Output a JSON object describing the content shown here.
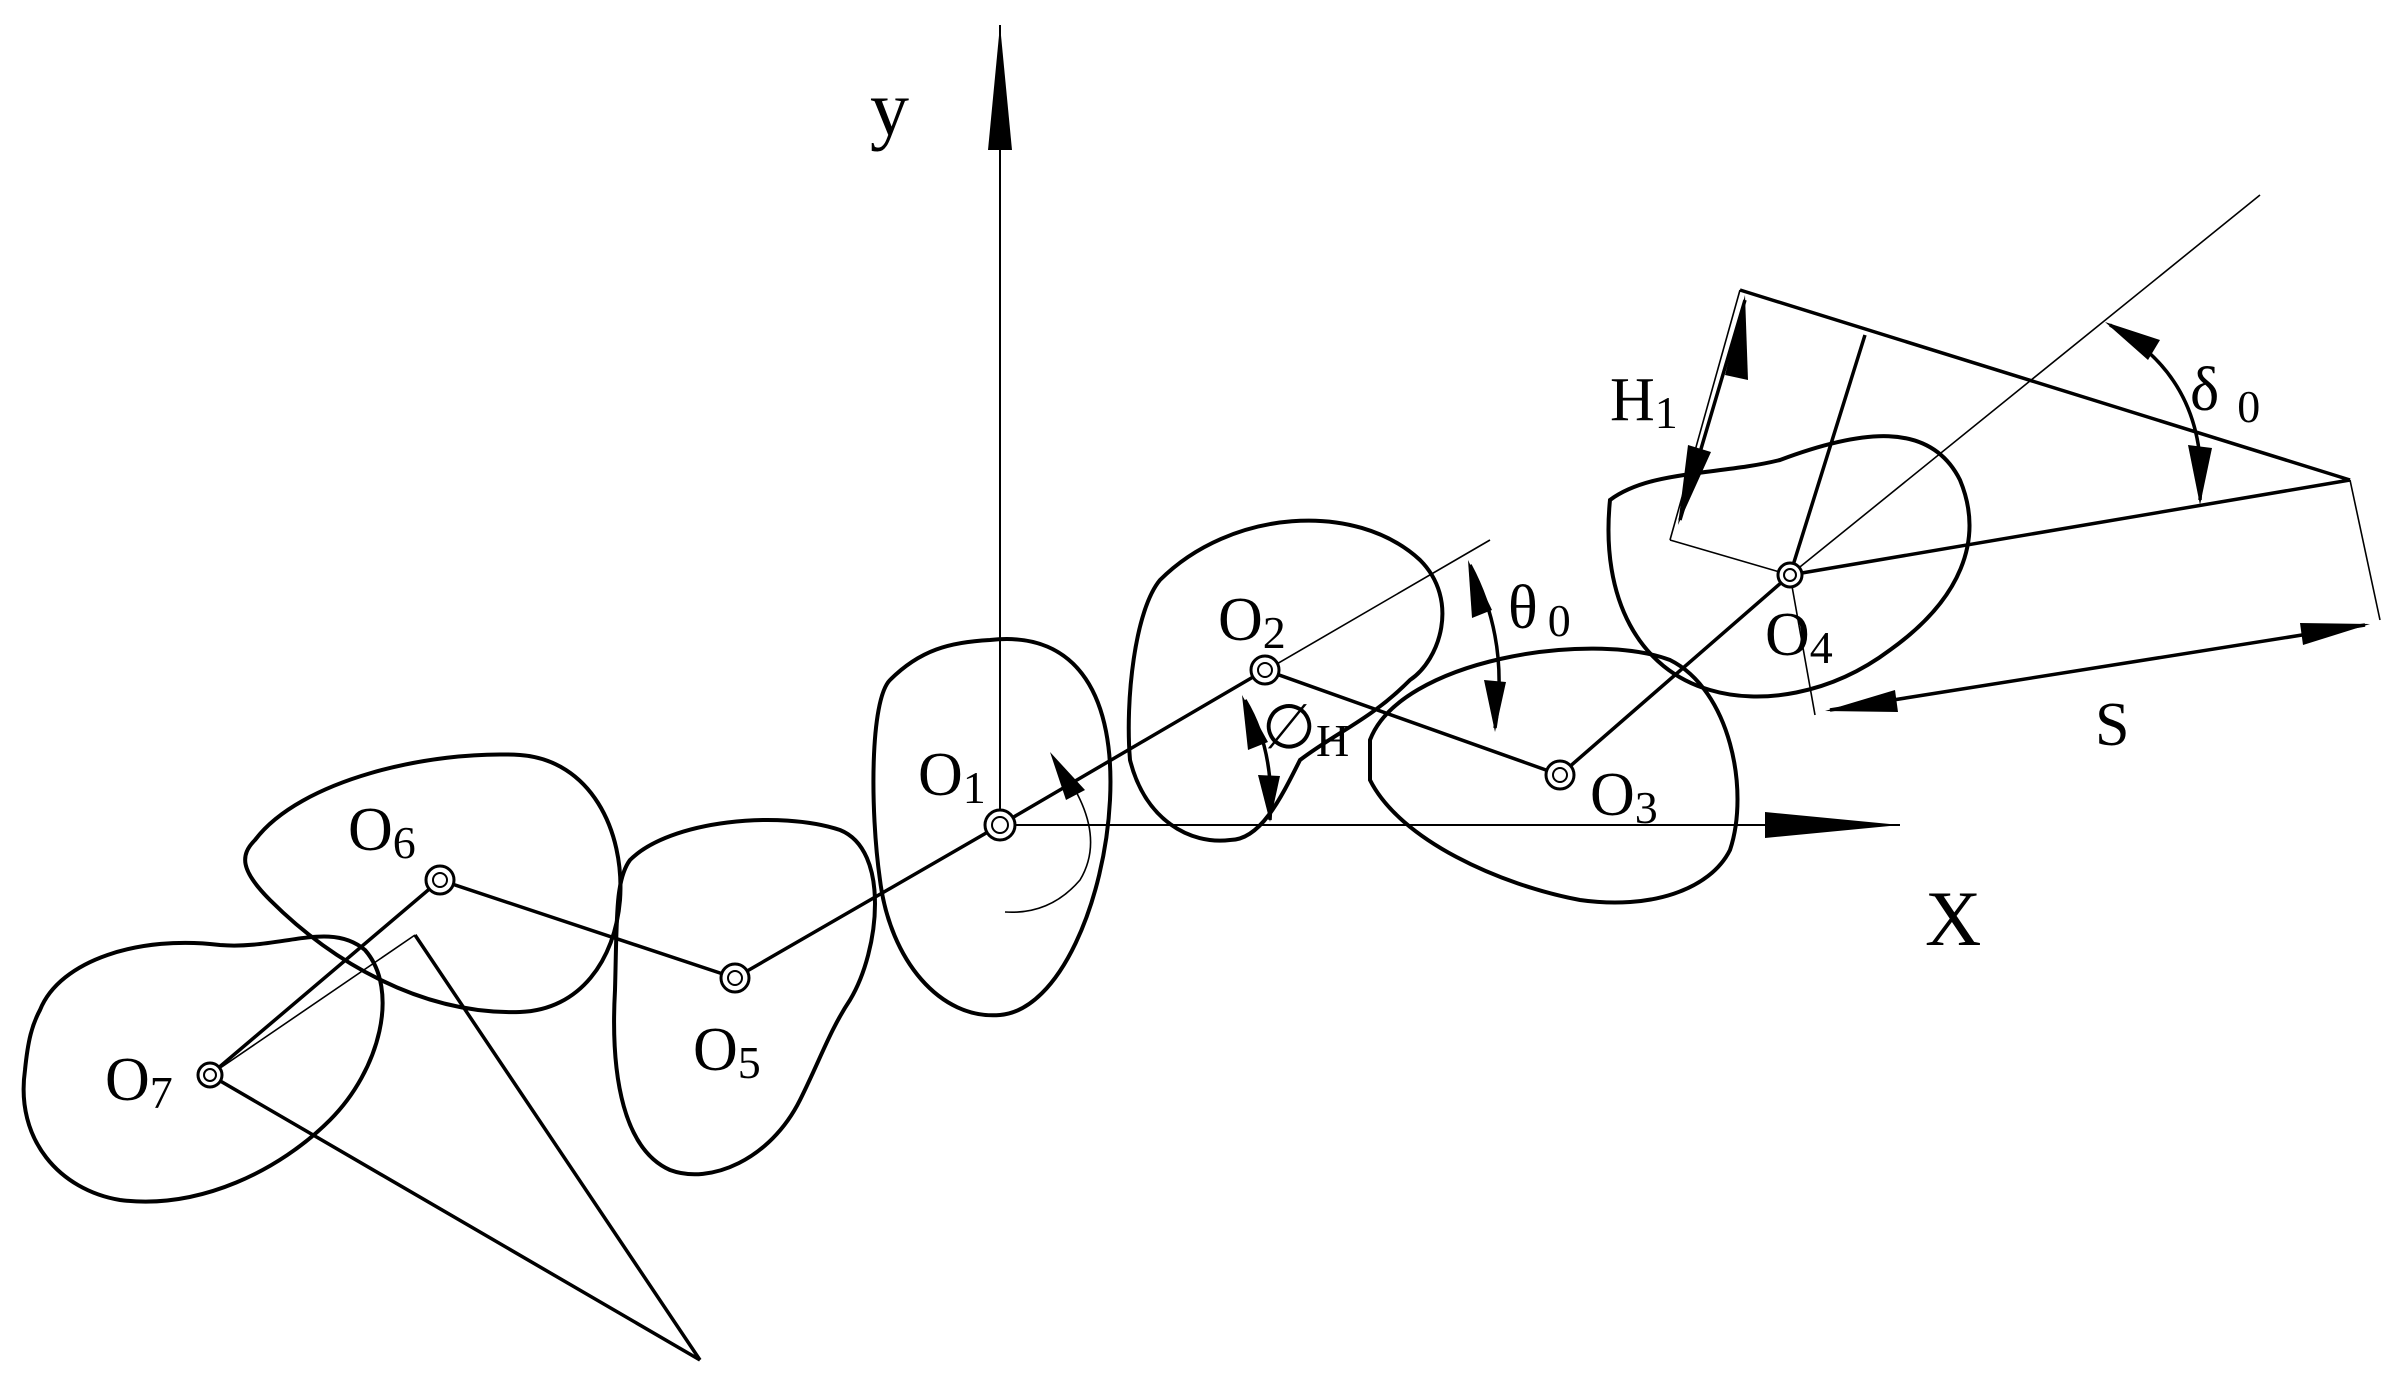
{
  "axes": {
    "y_label": "y",
    "x_label": "X"
  },
  "pivots": [
    {
      "id": "O1",
      "base": "O",
      "sub": "1"
    },
    {
      "id": "O2",
      "base": "O",
      "sub": "2"
    },
    {
      "id": "O3",
      "base": "O",
      "sub": "3"
    },
    {
      "id": "O4",
      "base": "O",
      "sub": "4"
    },
    {
      "id": "O5",
      "base": "O",
      "sub": "5"
    },
    {
      "id": "O6",
      "base": "O",
      "sub": "6"
    },
    {
      "id": "O7",
      "base": "O",
      "sub": "7"
    }
  ],
  "annotations": {
    "phi_h": {
      "base": "∅",
      "sub": "H"
    },
    "theta_0": {
      "base": "θ",
      "sub": "0"
    },
    "h1": {
      "base": "H",
      "sub": "1"
    },
    "delta_0": {
      "base": "δ",
      "sub": "0"
    },
    "s": "S"
  }
}
